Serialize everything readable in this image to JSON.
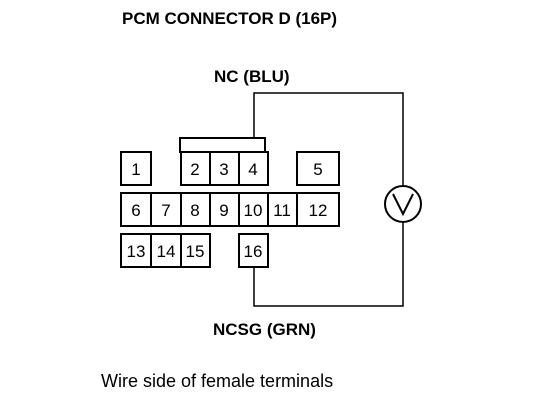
{
  "title": "PCM CONNECTOR D (16P)",
  "nc_label": "NC (BLU)",
  "ncsg_label": "NCSG (GRN)",
  "caption": "Wire side of female terminals",
  "meter_symbol": "V",
  "pins": {
    "p1": "1",
    "p2": "2",
    "p3": "3",
    "p4": "4",
    "p5": "5",
    "p6": "6",
    "p7": "7",
    "p8": "8",
    "p9": "9",
    "p10": "10",
    "p11": "11",
    "p12": "12",
    "p13": "13",
    "p14": "14",
    "p15": "15",
    "p16": "16"
  }
}
